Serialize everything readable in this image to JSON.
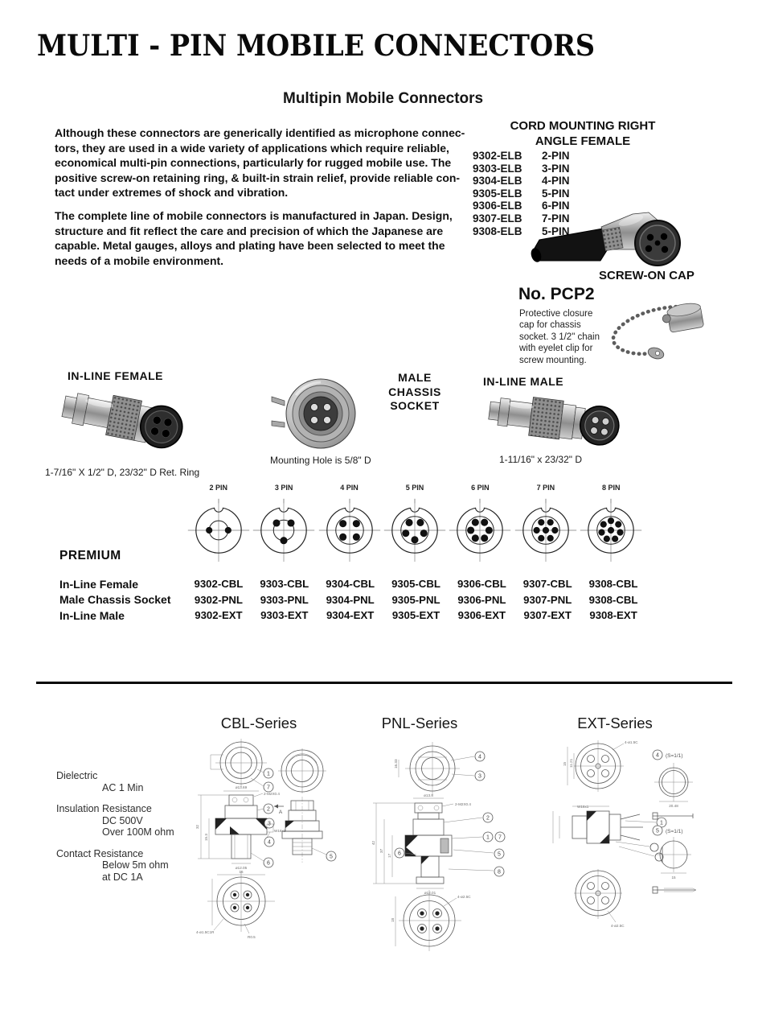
{
  "colors": {
    "background": "#ffffff",
    "text": "#111111"
  },
  "page": {
    "title": "MULTI - PIN MOBILE CONNECTORS",
    "subtitle": "Multipin Mobile Connectors"
  },
  "intro": {
    "p1": "Although these connectors are generically identified as microphone connec-\ntors, they are used in a wide variety of applications which require reliable,\neconomical multi-pin connections, particularly for rugged mobile use. The\npositive screw-on retaining ring, & built-in strain relief, provide reliable con-\ntact under extremes of shock and vibration.",
    "p2": "The complete line of mobile connectors is manufactured in Japan.  Design,\nstructure and fit reflect the care and precision of which the Japanese are\ncapable. Metal gauges, alloys and plating have been selected to meet the\nneeds of a mobile environment."
  },
  "cord_mounting": {
    "heading": "CORD MOUNTING RIGHT\nANGLE FEMALE",
    "items": [
      {
        "part": "9302-ELB",
        "pins": "2-PIN"
      },
      {
        "part": "9303-ELB",
        "pins": "3-PIN"
      },
      {
        "part": "9304-ELB",
        "pins": "4-PIN"
      },
      {
        "part": "9305-ELB",
        "pins": "5-PIN"
      },
      {
        "part": "9306-ELB",
        "pins": "6-PIN"
      },
      {
        "part": "9307-ELB",
        "pins": "7-PIN"
      },
      {
        "part": "9308-ELB",
        "pins": "5-PIN"
      }
    ]
  },
  "screw_on_cap": {
    "heading": "SCREW-ON CAP",
    "part_no": "No. PCP2",
    "description": "Protective closure\ncap for chassis\nsocket. 3 1/2\" chain\nwith eyelet clip for\nscrew mounting."
  },
  "products": {
    "inline_female": {
      "label": "IN-LINE FEMALE",
      "dimensions": "1-7/16\" X 1/2\" D, 23/32\" D Ret. Ring"
    },
    "male_chassis": {
      "label": "MALE\nCHASSIS\nSOCKET",
      "note": "Mounting Hole is 5/8\" D"
    },
    "inline_male": {
      "label": "IN-LINE MALE",
      "dimensions": "1-11/16\" x 23/32\" D"
    }
  },
  "pin_diagrams": [
    {
      "label": "2 PIN",
      "angles": [
        180,
        0
      ],
      "center": false,
      "inner_r": 13,
      "ring_r": 13,
      "dot_r": 4.5
    },
    {
      "label": "3 PIN",
      "angles": [
        -135,
        -45,
        90
      ],
      "center": false,
      "inner_r": 14,
      "ring_r": 14,
      "dot_r": 5
    },
    {
      "label": "4 PIN",
      "angles": [
        -135,
        -45,
        45,
        135
      ],
      "center": false,
      "inner_r": 19,
      "ring_r": 13,
      "dot_r": 5
    },
    {
      "label": "5 PIN",
      "angles": [
        -126,
        -54,
        18,
        90,
        162
      ],
      "center": false,
      "inner_r": 19,
      "ring_r": 13,
      "dot_r": 5
    },
    {
      "label": "6 PIN",
      "angles": [
        -120,
        -60,
        0,
        60,
        120,
        180
      ],
      "center": false,
      "inner_r": 19,
      "ring_r": 12.5,
      "dot_r": 5
    },
    {
      "label": "7 PIN",
      "angles": [
        -120,
        -60,
        0,
        60,
        120,
        180
      ],
      "center": true,
      "inner_r": 19,
      "ring_r": 12.5,
      "dot_r": 4.5
    },
    {
      "label": "8 PIN",
      "angles": [
        -90,
        -38.6,
        12.9,
        64.3,
        115.7,
        167.1,
        -141.4
      ],
      "center": true,
      "inner_r": 19,
      "ring_r": 13,
      "dot_r": 4.5
    }
  ],
  "premium_table": {
    "heading": "PREMIUM",
    "rows": [
      {
        "label": "In-Line Female",
        "parts": [
          "9302-CBL",
          "9303-CBL",
          "9304-CBL",
          "9305-CBL",
          "9306-CBL",
          "9307-CBL",
          "9308-CBL"
        ]
      },
      {
        "label": "Male Chassis Socket",
        "parts": [
          "9302-PNL",
          "9303-PNL",
          "9304-PNL",
          "9305-PNL",
          "9306-PNL",
          "9307-PNL",
          "9308-CBL"
        ]
      },
      {
        "label": "In-Line Male",
        "parts": [
          "9302-EXT",
          "9303-EXT",
          "9304-EXT",
          "9305-EXT",
          "9306-EXT",
          "9307-EXT",
          "9308-EXT"
        ]
      }
    ]
  },
  "specs": [
    {
      "name": "Dielectric",
      "values": [
        "AC 1 Min"
      ]
    },
    {
      "name": "Insulation Resistance",
      "values": [
        "DC 500V",
        "Over 100M ohm"
      ]
    },
    {
      "name": "Contact Resistance",
      "values": [
        "Below 5m ohm",
        "at DC 1A"
      ]
    }
  ],
  "drawings": {
    "cbl": {
      "heading": "CBL-Series",
      "balloons": [
        "1",
        "7",
        "2",
        "3",
        "4",
        "6",
        "5"
      ],
      "dims": {
        "d1": "ø13.69",
        "d2": "2-M2X0.4",
        "d3": "ø12.05",
        "d4": "W16x1",
        "d5": "16",
        "d6": "4-ø1.5C1R",
        "d7": "R0.5",
        "d8": "32",
        "d9": "15.3",
        "arrow": "A"
      }
    },
    "pnl": {
      "heading": "PNL-Series",
      "balloons": [
        "4",
        "3",
        "2",
        "1",
        "7",
        "5",
        "8",
        "6"
      ],
      "dims": {
        "d1": "ø13.8",
        "d2": "2-M2X0.4",
        "d3": "ø12.01",
        "d4": "42",
        "d5": "37",
        "d6": "17",
        "d7": "18",
        "d8": "4-ø2.5C",
        "d9": "16.33"
      }
    },
    "ext": {
      "heading": "EXT-Series",
      "balloons": [
        "1"
      ],
      "details": [
        {
          "num": "4",
          "scale": "(S=1/1)",
          "dim": "20.48"
        },
        {
          "num": "5",
          "scale": "(S=1/1)",
          "dim": "15"
        }
      ],
      "dims": {
        "d1": "15",
        "d2": "11.21",
        "d3": "4-ø1.5C",
        "d4": "4-ø2.5C",
        "d5": "W16x1"
      }
    }
  }
}
